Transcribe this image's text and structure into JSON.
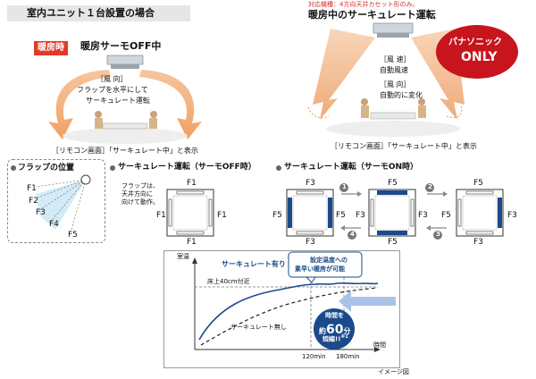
{
  "header": {
    "title": "室内ユニット１台設置の場合",
    "compat_note": "対応機種：4方向天井カセット形のみ。",
    "right_title": "暖房中のサーキュレート運転"
  },
  "left_scene": {
    "badge": "暖房時",
    "heading": "暖房サーモOFF中",
    "wind_dir_label": "［風 向］",
    "line1": "フラップを水平にして",
    "line2": "サーキュレート運転",
    "remote_caption": "［リモコン画面］「サーキュレート中」と表示"
  },
  "right_scene": {
    "wind_speed_label": "［風 速］",
    "wind_speed_value": "自動風速",
    "wind_dir_label": "［風 向］",
    "wind_dir_value": "自動的に変化",
    "remote_caption": "［リモコン画面］「サーキュレート中」と表示"
  },
  "brand_badge": {
    "line1": "パナソニック",
    "line2": "ONLY",
    "color": "#c8141c"
  },
  "flap": {
    "title": "フラップの位置",
    "labels": [
      "F1",
      "F2",
      "F3",
      "F4",
      "F5"
    ]
  },
  "off_section": {
    "title": "サーキュレート運転（サーモOFF時）",
    "note1": "フラップは、",
    "note2": "天井方向に",
    "note3": "向けて動作。",
    "labels": [
      "F1",
      "F1",
      "F1",
      "F1"
    ]
  },
  "on_section": {
    "title": "サーキュレート運転（サーモON時）",
    "unit1": [
      "F3",
      "F5",
      "F3",
      "F5"
    ],
    "unit2": [
      "F5",
      "F3",
      "F5",
      "F3"
    ],
    "unit3": [
      "F5",
      "F5",
      "F3",
      "F3"
    ],
    "steps": [
      "1",
      "2",
      "3",
      "4"
    ]
  },
  "chart": {
    "ylabel": "室温",
    "xlabel": "時間",
    "with_label": "サーキュレート有り",
    "without_label": "サーキュレート無し",
    "ref_label": "床上40cm付近",
    "callout1": "設定温度への",
    "callout2": "素早い暖房が可能",
    "tick1": "120min",
    "tick2": "180min",
    "save_line1": "時間を",
    "save_line2a": "約",
    "save_value": "60",
    "save_line2b": "分",
    "save_line3": "短縮!!",
    "save_note": "※1",
    "image_note": "イメージ図",
    "accent": "#1a4a8a"
  }
}
